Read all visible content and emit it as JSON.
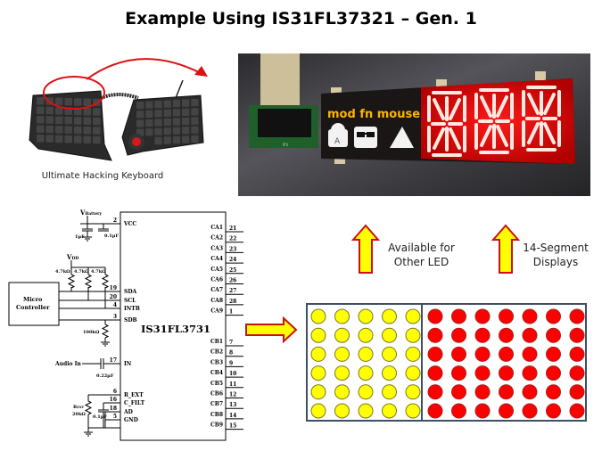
{
  "slide": {
    "title": "Example Using IS31FL37321 – Gen. 1"
  },
  "keyboard": {
    "caption": "Ultimate Hacking Keyboard"
  },
  "photo": {
    "display_text": "mod fn mouse",
    "icons": [
      "lock-icon",
      "sunglasses-icon",
      "triangle-icon"
    ],
    "lock_letter": "A",
    "segment_digits": 3,
    "pcb_label": "P1"
  },
  "annotations": {
    "other_led": [
      "Available  for",
      "Other LED"
    ],
    "segment_displays": [
      "14-Segment",
      "Displays"
    ]
  },
  "schematic": {
    "chip_name": "IS31FL3731",
    "micro_controller": [
      "Micro",
      "Controller"
    ],
    "v_battery": "V",
    "v_battery_sub": "Battery",
    "v_dd": "V",
    "v_dd_sub": "DD",
    "cap_1uF": "1µF",
    "cap_01uF": "0.1µF",
    "pullups": [
      "4.7kΩ",
      "4.7kΩ",
      "4.7kΩ"
    ],
    "r_sdb": "100kΩ",
    "audio_in": "Audio In",
    "cap_audio": "0.22µF",
    "r_ext": "R",
    "r_ext_sub": "EXT",
    "r_ext_value": "20kΩ",
    "cap_filt": "0.1µF",
    "left_pins": [
      {
        "num": "2",
        "name": "VCC"
      },
      {
        "num": "19",
        "name": "SDA"
      },
      {
        "num": "20",
        "name": "SCL"
      },
      {
        "num": "4",
        "name": "INTB"
      },
      {
        "num": "3",
        "name": "SDB"
      },
      {
        "num": "17",
        "name": "IN"
      },
      {
        "num": "6",
        "name": "R_EXT"
      },
      {
        "num": "16",
        "name": "C_FILT"
      },
      {
        "num": "18",
        "name": "AD"
      },
      {
        "num": "5",
        "name": "GND"
      }
    ],
    "ca_pins": [
      {
        "num": "21",
        "name": "CA1"
      },
      {
        "num": "22",
        "name": "CA2"
      },
      {
        "num": "23",
        "name": "CA3"
      },
      {
        "num": "24",
        "name": "CA4"
      },
      {
        "num": "25",
        "name": "CA5"
      },
      {
        "num": "26",
        "name": "CA6"
      },
      {
        "num": "27",
        "name": "CA7"
      },
      {
        "num": "28",
        "name": "CA8"
      },
      {
        "num": "1",
        "name": "CA9"
      }
    ],
    "cb_pins": [
      {
        "num": "7",
        "name": "CB1"
      },
      {
        "num": "8",
        "name": "CB2"
      },
      {
        "num": "9",
        "name": "CB3"
      },
      {
        "num": "10",
        "name": "CB4"
      },
      {
        "num": "11",
        "name": "CB5"
      },
      {
        "num": "12",
        "name": "CB6"
      },
      {
        "num": "13",
        "name": "CB7"
      },
      {
        "num": "14",
        "name": "CB8"
      },
      {
        "num": "15",
        "name": "CB9"
      }
    ]
  },
  "led_matrix": {
    "rows": 6,
    "yellow_cols": 5,
    "red_cols": 7,
    "yellow_color": "#ffff00",
    "red_color": "#ff0000",
    "frame_color": "#3e5068"
  },
  "colors": {
    "arrow_fill": "#ffff00",
    "arrow_stroke": "#cc1111",
    "curve_arrow": "#dd1111"
  }
}
